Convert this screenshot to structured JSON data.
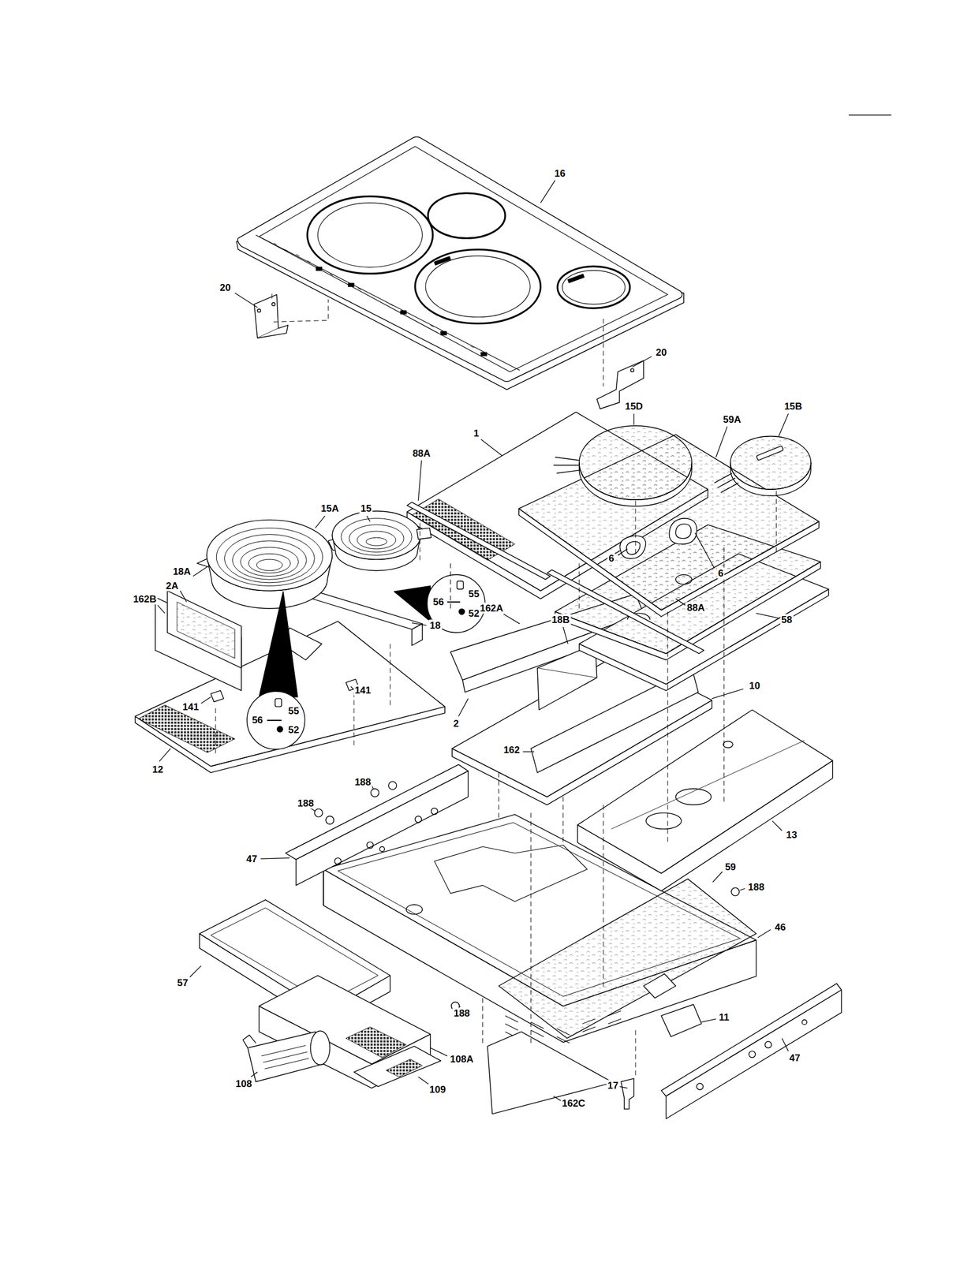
{
  "diagram": {
    "labels": [
      "16",
      "20",
      "20",
      "15D",
      "15B",
      "59A",
      "1",
      "88A",
      "15A",
      "15",
      "6",
      "18A",
      "6",
      "2A",
      "55",
      "162B",
      "56",
      "88A",
      "162A",
      "52",
      "18B",
      "58",
      "18",
      "10",
      "141",
      "141",
      "55",
      "56",
      "2",
      "52",
      "162",
      "12",
      "188",
      "188",
      "13",
      "47",
      "59",
      "188",
      "46",
      "57",
      "188",
      "11",
      "47",
      "108A",
      "108",
      "17",
      "109",
      "162C"
    ]
  }
}
